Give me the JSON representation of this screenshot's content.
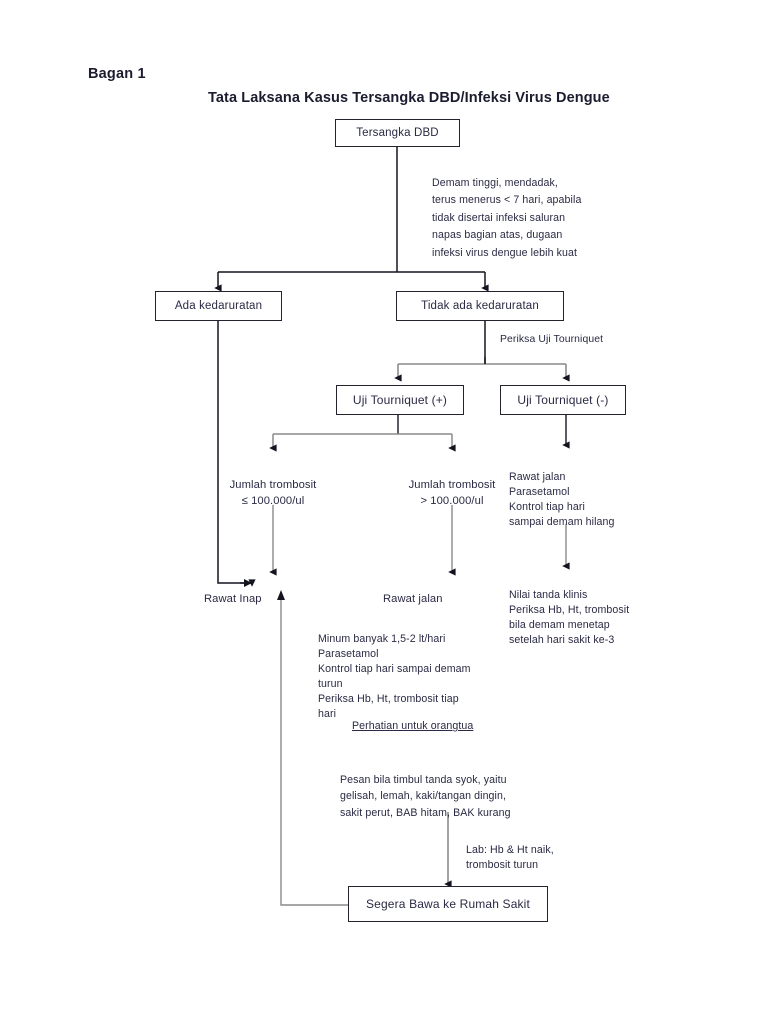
{
  "document": {
    "figure_label": "Bagan 1",
    "title": "Tata Laksana Kasus Tersangka DBD/Infeksi Virus Dengue"
  },
  "colors": {
    "node_border": "#23232e",
    "text": "#2a2a44",
    "connector_dark": "#141420",
    "connector_gray": "#8a8a8a",
    "background": "#ffffff"
  },
  "nodes": {
    "suspect": "Tersangka DBD",
    "emergency_yes": "Ada kedaruratan",
    "emergency_no": "Tidak ada kedaruratan",
    "tourniquet_pos": "Uji Tourniquet (+)",
    "tourniquet_neg": "Uji Tourniquet (-)",
    "platelet_low": "Jumlah trombosit\n≤ 100.000/ul",
    "platelet_high": "Jumlah trombosit\n> 100.000/ul",
    "inpatient": "Rawat Inap",
    "outpatient": "Rawat jalan",
    "hospital": "Segera Bawa ke Rumah Sakit"
  },
  "annotations": {
    "criteria": "Demam tinggi, mendadak,\nterus menerus < 7 hari, apabila\ntidak disertai infeksi saluran\nnapas bagian atas, dugaan\ninfeksi virus dengue lebih kuat",
    "tourniquet_check": "Periksa Uji Tourniquet",
    "outpatient_plan": "Rawat jalan\nParasetamol\nKontrol tiap hari\nsampai demam hilang",
    "clinical_follow_up": "Nilai tanda klinis\nPeriksa Hb, Ht, trombosit\nbila demam menetap\nsetelah hari sakit ke-3",
    "inpatient_plan": "Minum banyak 1,5-2 lt/hari\nParasetamol\nKontrol tiap hari sampai demam\nturun\nPeriksa Hb, Ht, trombosit tiap\nhari",
    "parent_warning_heading": "Perhatian untuk orangtua",
    "shock_signs": "Pesan bila timbul tanda syok, yaitu\ngelisah, lemah, kaki/tangan dingin,\nsakit perut, BAB hitam, BAK kurang",
    "lab_result": "Lab: Hb & Ht naik,\ntrombosit turun"
  }
}
